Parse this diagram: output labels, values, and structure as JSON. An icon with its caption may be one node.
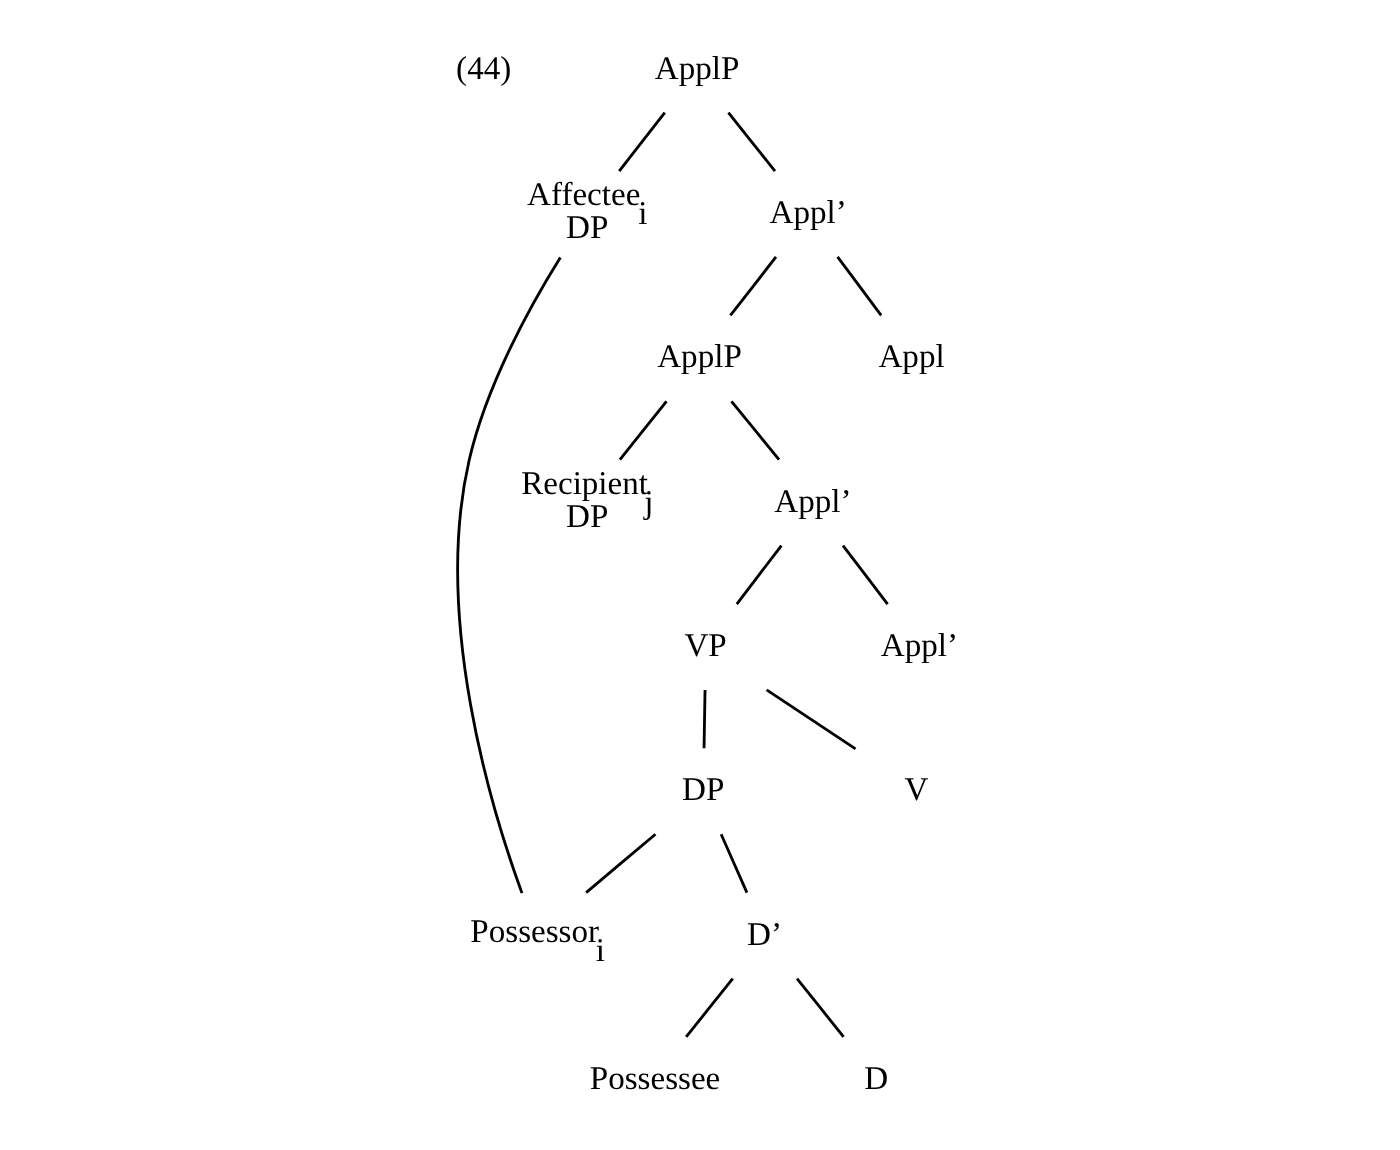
{
  "diagram": {
    "nodes": [
      {
        "text": [
          "ApplP"
        ]
      },
      {
        "text": [
          "Affectee$_{i}$",
          "DP"
        ]
      },
      {
        "text": [
          "Appl’"
        ]
      },
      {
        "text": [
          "ApplP"
        ]
      },
      {
        "text": [
          "Appl"
        ]
      },
      {
        "text": [
          "Recipient$_{j}$",
          "DP"
        ]
      },
      {
        "text": [
          "Appl’"
        ]
      },
      {
        "text": [
          "VP"
        ]
      },
      {
        "text": [
          "Appl’"
        ]
      },
      {
        "text": [
          "DP"
        ]
      },
      {
        "text": [
          "V"
        ]
      },
      {
        "text": [
          "Possessor$_{i}$"
        ]
      },
      {
        "text": [
          "D’"
        ]
      },
      {
        "text": [
          "Possessee"
        ]
      },
      {
        "text": [
          "D"
        ]
      }
    ],
    "edges": [
      {
        "from": 0,
        "to": 1,
        "arrow": "none"
      },
      {
        "from": 0,
        "to": 2,
        "arrow": "none"
      },
      {
        "from": 2,
        "to": 3,
        "arrow": "none"
      },
      {
        "from": 2,
        "to": 4,
        "arrow": "none"
      },
      {
        "from": 3,
        "to": 5,
        "arrow": "none"
      },
      {
        "from": 3,
        "to": 6,
        "arrow": "none"
      },
      {
        "from": 6,
        "to": 7,
        "arrow": "none"
      },
      {
        "from": 6,
        "to": 8,
        "arrow": "none"
      },
      {
        "from": 7,
        "to": 9,
        "arrow": "none"
      },
      {
        "from": 7,
        "to": 10,
        "arrow": "none"
      },
      {
        "from": 9,
        "to": 11,
        "arrow": "none"
      },
      {
        "from": 9,
        "to": 12,
        "arrow": "none"
      },
      {
        "from": 12,
        "to": 13,
        "arrow": "none"
      },
      {
        "from": 12,
        "to": 14,
        "arrow": "none"
      },
      {
        "from": 1,
        "to": 11,
        "arrow": "none"
      }
    ],
    "labels": [
      "(44)"
    ]
  }
}
